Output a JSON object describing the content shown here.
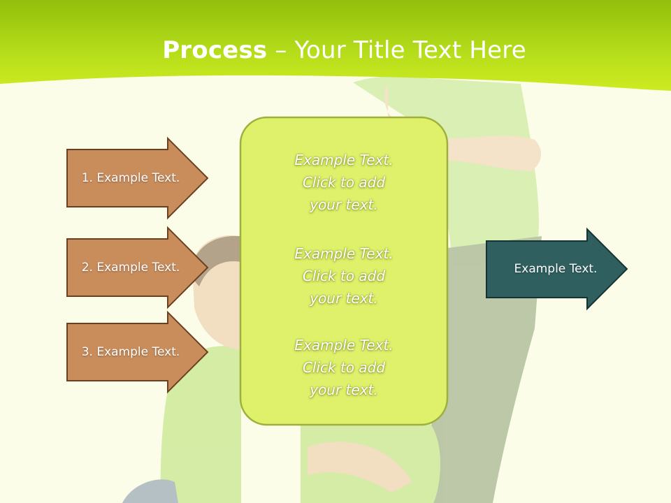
{
  "slide": {
    "title_strong": "Process",
    "title_rest": " – Your Title Text Here",
    "input_arrows": [
      {
        "label": "1. Example Text."
      },
      {
        "label": "2. Example Text."
      },
      {
        "label": "3. Example Text."
      }
    ],
    "center_box": {
      "blocks": [
        {
          "line1": "Example Text.",
          "line2": "Click  to add",
          "line3": "your text."
        },
        {
          "line1": "Example Text.",
          "line2": "Click  to add",
          "line3": "your text."
        },
        {
          "line1": "Example Text.",
          "line2": "Click  to add",
          "line3": "your text."
        }
      ]
    },
    "output_arrow": {
      "label": "Example Text."
    }
  },
  "colors": {
    "header_green": "#a9cf0e",
    "input_arrow_fill": "#c98d5c",
    "input_arrow_stroke": "#6b4020",
    "center_box_fill": "#dff06b",
    "center_box_stroke": "#9fb03a",
    "output_arrow_fill": "#2f5f5f",
    "output_arrow_stroke": "#143434"
  }
}
